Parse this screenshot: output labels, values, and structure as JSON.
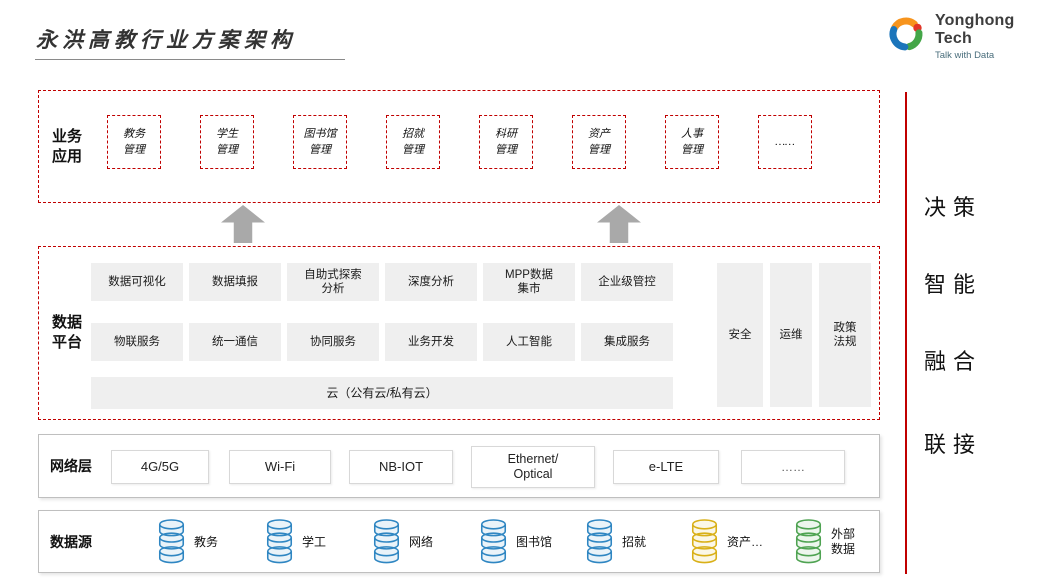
{
  "title": "永洪高教行业方案架构",
  "logo": {
    "brand": "Yonghong Tech",
    "tagline": "Talk with Data"
  },
  "side": {
    "words": [
      "决策",
      "智能",
      "融合",
      "联接"
    ]
  },
  "business": {
    "label": "业务\n应用",
    "items": [
      "教务\n管理",
      "学生\n管理",
      "图书馆\n管理",
      "招就\n管理",
      "科研\n管理",
      "资产\n管理",
      "人事\n管理",
      "……"
    ]
  },
  "platform": {
    "label": "数据\n平台",
    "row1": [
      "数据可视化",
      "数据填报",
      "自助式探索\n分析",
      "深度分析",
      "MPP数据\n集市",
      "企业级管控"
    ],
    "row2": [
      "物联服务",
      "统一通信",
      "协同服务",
      "业务开发",
      "人工智能",
      "集成服务"
    ],
    "cloud": "云（公有云/私有云）",
    "pillars": [
      "安全",
      "运维",
      "政策\n法规"
    ]
  },
  "network": {
    "label": "网络层",
    "items": [
      "4G/5G",
      "Wi-Fi",
      "NB-IOT",
      "Ethernet/\nOptical",
      "e-LTE",
      "……"
    ]
  },
  "datasource": {
    "label": "数据源",
    "items": [
      {
        "label": "教务",
        "color": "blue"
      },
      {
        "label": "学工",
        "color": "blue"
      },
      {
        "label": "网络",
        "color": "blue"
      },
      {
        "label": "图书馆",
        "color": "blue"
      },
      {
        "label": "招就",
        "color": "blue"
      },
      {
        "label": "资产…",
        "color": "yellow"
      },
      {
        "label": "外部\n数据",
        "color": "green"
      }
    ]
  },
  "colors": {
    "accent_red": "#C00000",
    "arrow_gray": "#A9A9A9",
    "cell_gray": "#EFEFEF",
    "db_blue": "#2F86C2",
    "db_yellow": "#D9B018",
    "db_green": "#4FA352"
  }
}
